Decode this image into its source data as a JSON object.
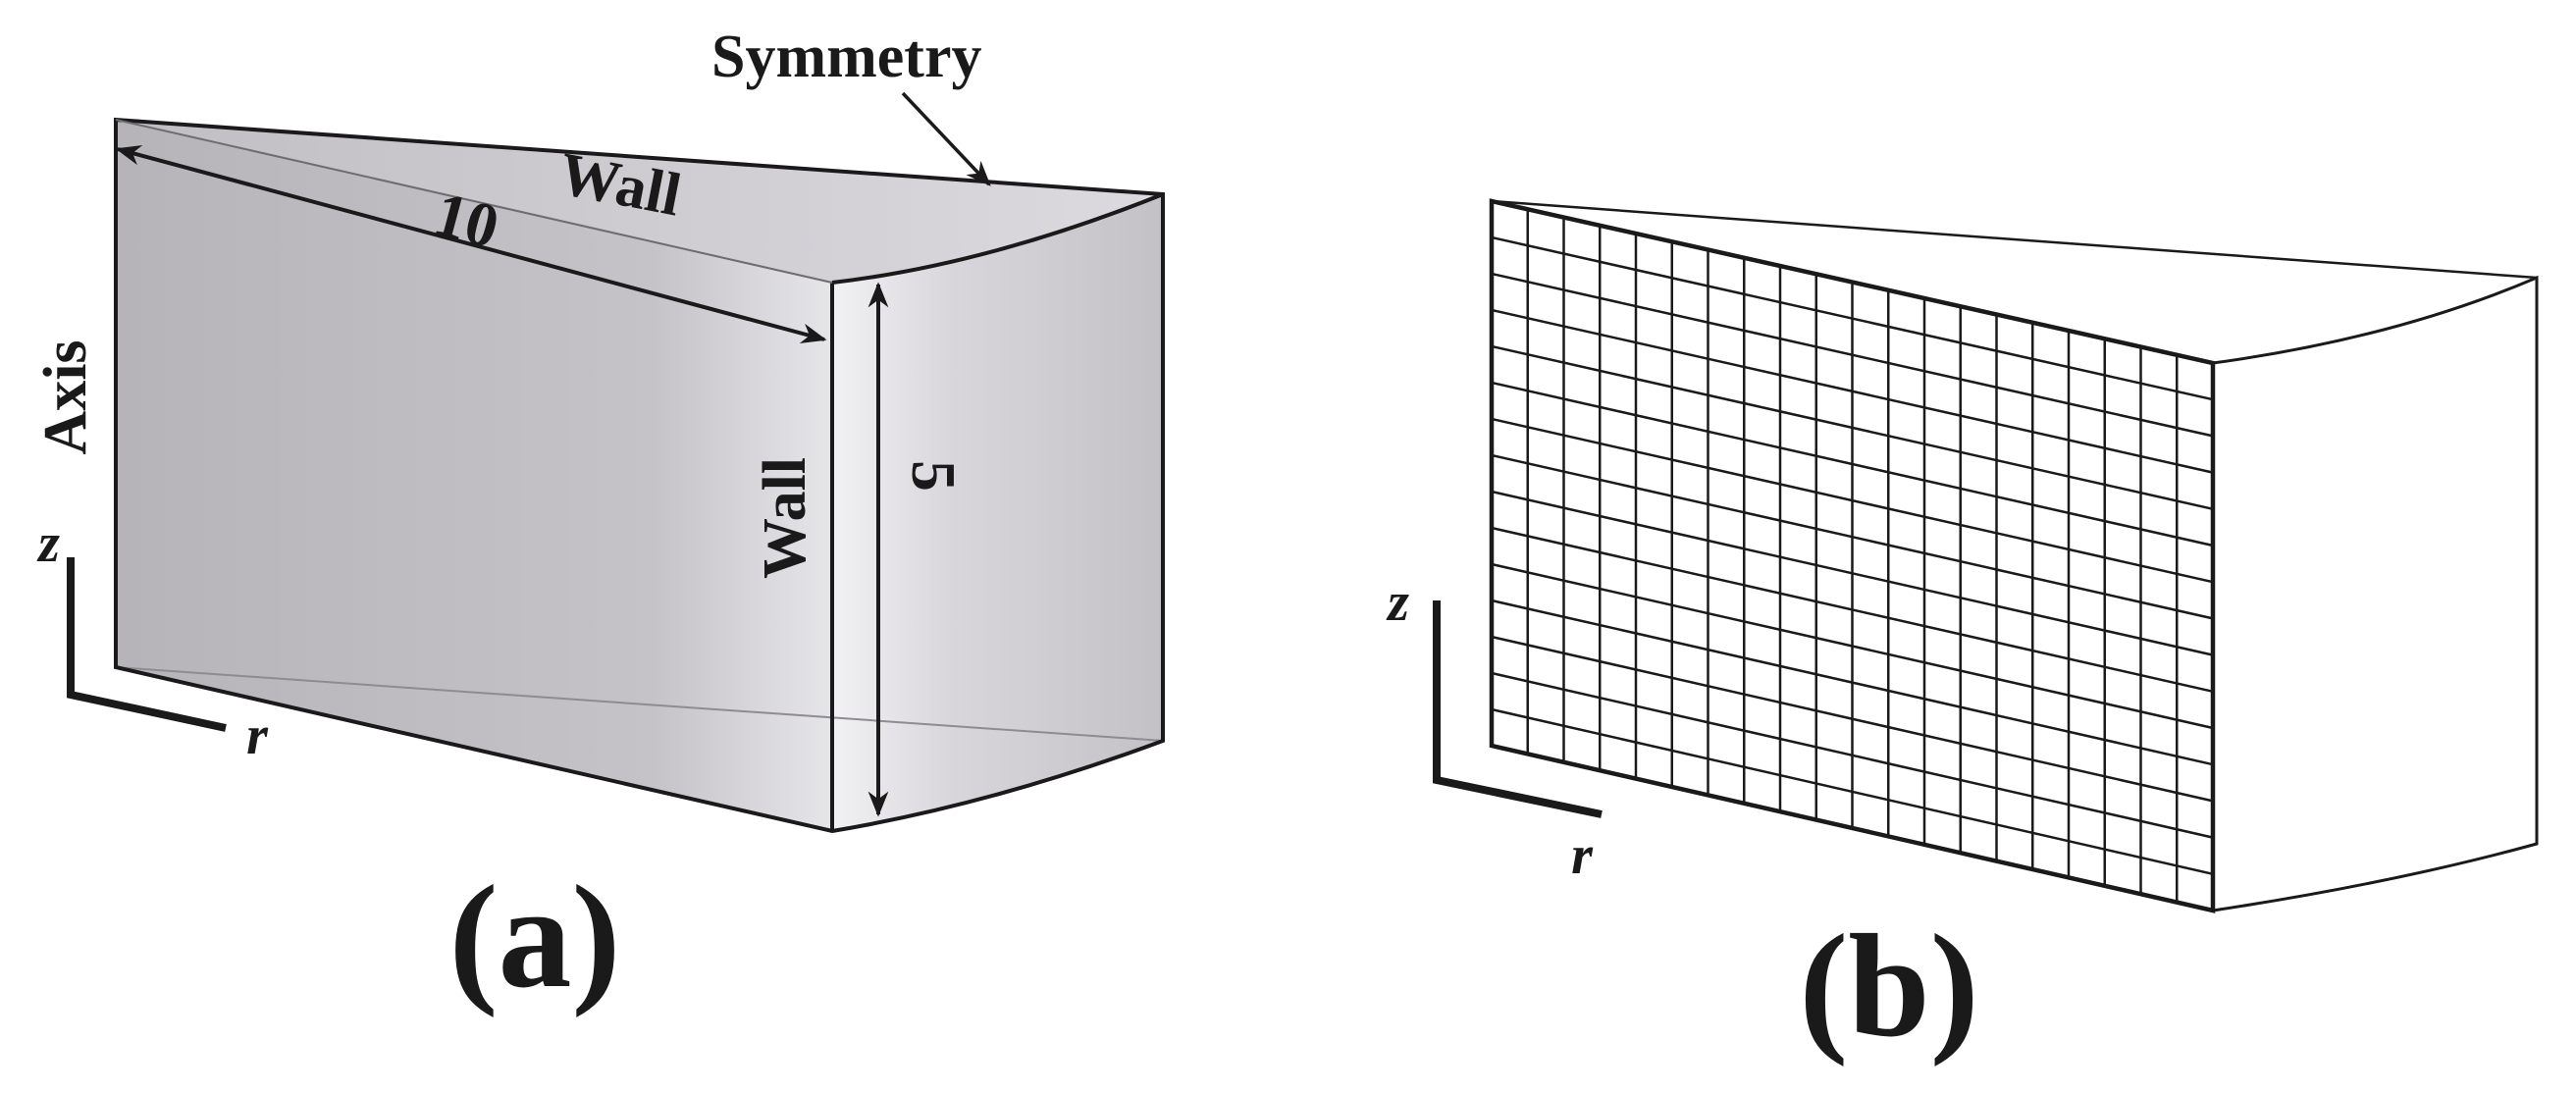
{
  "panel_a": {
    "caption": "(a)",
    "labels": {
      "symmetry": "Symmetry",
      "wall_top": "Wall",
      "wall_side": "Wall",
      "axis": "Axis",
      "length": "10",
      "height": "5"
    },
    "axes": {
      "z": "z",
      "r": "r"
    }
  },
  "panel_b": {
    "caption": "(b)",
    "grid": {
      "columns": 20,
      "rows": 15
    },
    "axes": {
      "z": "z",
      "r": "r"
    }
  },
  "colors": {
    "face_fill": "#bdbbc0",
    "side_fill": "#d2d0d6",
    "stroke": "#1a1a1a"
  }
}
